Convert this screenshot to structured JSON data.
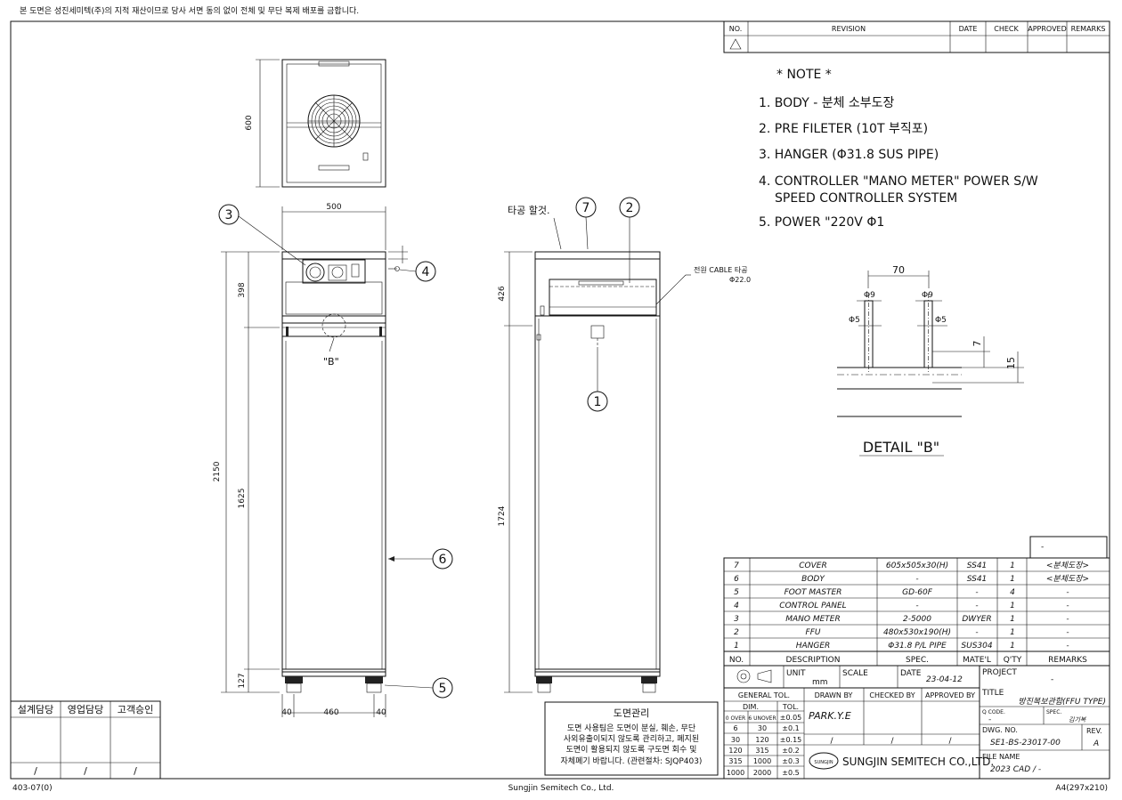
{
  "header": {
    "copyright_notice": "본 도면은 성진세미텍(주)의 지적 재산이므로 당사 서면 동의 없이 전체 및 무단 복제 배포를 금합니다."
  },
  "revision_table": {
    "headers": [
      "NO.",
      "REVISION",
      "DATE",
      "CHECK",
      "APPROVED",
      "REMARKS"
    ]
  },
  "notes": {
    "title": "* NOTE *",
    "items": [
      "1. BODY - 분체 소부도장",
      "2. PRE FILETER (10T 부직포)",
      "3. HANGER (Φ31.8 SUS PIPE)",
      "4. CONTROLLER \"MANO METER\" POWER S/W",
      "SPEED CONTROLLER SYSTEM",
      "5. POWER \"220V Φ1"
    ]
  },
  "top_view": {
    "dim_600": "600"
  },
  "front_view": {
    "dim_500": "500",
    "dim_398": "398",
    "dim_2150": "2150",
    "dim_1625": "1625",
    "dim_127": "127",
    "dim_40a": "40",
    "dim_460": "460",
    "dim_40b": "40",
    "label_b": "\"B\""
  },
  "side_view": {
    "hole_note": "타공 할것.",
    "cable_note": "전원 CABLE 타공",
    "cable_dia": "Φ22.0",
    "dim_426": "426",
    "dim_1724": "1724"
  },
  "balloons": {
    "b1": "1",
    "b2": "2",
    "b3": "3",
    "b4": "4",
    "b5": "5",
    "b6": "6",
    "b7": "7"
  },
  "detail_b": {
    "title": "DETAIL \"B\"",
    "dim_70": "70",
    "dim_9a": "Φ9",
    "dim_9b": "Φ9",
    "dim_5a": "Φ5",
    "dim_5b": "Φ5",
    "dim_7": "7",
    "dim_15": "15"
  },
  "bom": {
    "top_blank": "-",
    "headers": [
      "NO.",
      "DESCRIPTION",
      "SPEC.",
      "MATE'L",
      "Q'TY",
      "REMARKS"
    ],
    "rows": [
      [
        "7",
        "COVER",
        "605x505x30(H)",
        "SS41",
        "1",
        "<분체도장>"
      ],
      [
        "6",
        "BODY",
        "-",
        "SS41",
        "1",
        "<분체도장>"
      ],
      [
        "5",
        "FOOT MASTER",
        "GD-60F",
        "-",
        "4",
        "-"
      ],
      [
        "4",
        "CONTROL PANEL",
        "-",
        "-",
        "1",
        "-"
      ],
      [
        "3",
        "MANO METER",
        "2-5000",
        "DWYER",
        "1",
        "-"
      ],
      [
        "2",
        "FFU",
        "480x530x190(H)",
        "-",
        "1",
        "-"
      ],
      [
        "1",
        "HANGER",
        "Φ31.8 P/L PIPE",
        "SUS304",
        "1",
        "-"
      ]
    ]
  },
  "title_block": {
    "unit_label": "UNIT",
    "unit_value": "mm",
    "scale_label": "SCALE",
    "date_label": "DATE",
    "date_value": "23-04-12",
    "project_label": "PROJECT",
    "project_value": "-",
    "general_tol": "GENERAL TOL.",
    "dim_label": "DIM.",
    "tol_label": "TOL.",
    "tol_rows": [
      [
        "0 OVER",
        "6 UNOVER",
        "±0.05"
      ],
      [
        "6",
        "30",
        "±0.1"
      ],
      [
        "30",
        "120",
        "±0.15"
      ],
      [
        "120",
        "315",
        "±0.2"
      ],
      [
        "315",
        "1000",
        "±0.3"
      ],
      [
        "1000",
        "2000",
        "±0.5"
      ]
    ],
    "drawn_by_label": "DRAWN BY",
    "checked_by_label": "CHECKED BY",
    "approved_by_label": "APPROVED BY",
    "drawn_by": "PARK.Y.E",
    "slash1": "/",
    "slash2": "/",
    "slash3": "/",
    "title_label": "TITLE",
    "title_value": "방진복보관함(FFU TYPE)",
    "qcode_label": "Q CODE.",
    "qcode_value": "-",
    "spec_label": "SPEC.",
    "spec_value": "김기복",
    "dwg_label": "DWG. NO.",
    "dwg_value": "SE1-BS-23017-00",
    "rev_label": "REV.",
    "rev_value": "A",
    "file_label": "FILE NAME",
    "file_value": "2023 CAD / -",
    "company_name": "SUNGJIN SEMITECH CO.,LTD.",
    "logo_text": "SUNGJIN"
  },
  "drawing_control": {
    "title": "도면관리",
    "lines": [
      "도면 사용팀은 도면이 분실, 훼손, 무단",
      "사외유출이되지 않도록 관리하고, 폐지된",
      "도면이 활용되지 않도록 구도면 회수 및",
      "자체폐기 바랍니다. (관련절차: SJQP403)"
    ]
  },
  "approval_box": {
    "headers": [
      "설계담당",
      "영업담당",
      "고객승인"
    ],
    "slashes": [
      "/",
      "/",
      "/"
    ]
  },
  "footer": {
    "left": "403-07(0)",
    "center": "Sungjin Semitech Co., Ltd.",
    "right": "A4(297x210)"
  }
}
